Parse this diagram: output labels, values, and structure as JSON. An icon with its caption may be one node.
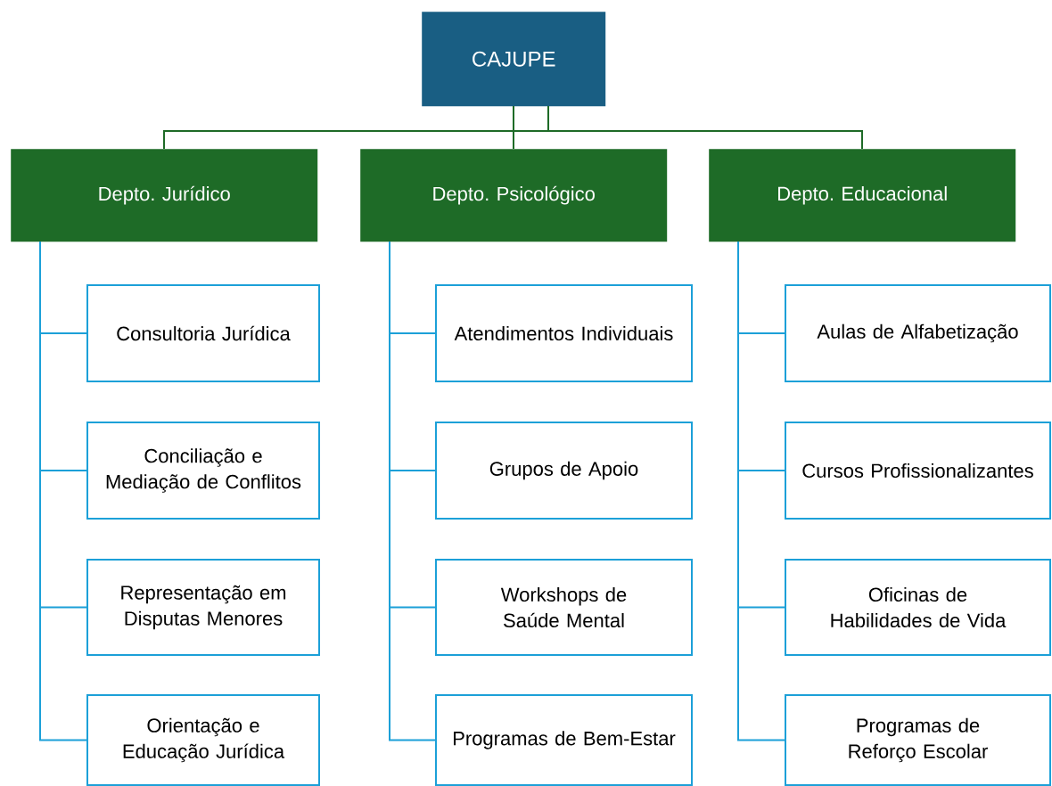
{
  "diagram": {
    "nodes": [
      {
        "text": [
          "CAJUPE"
        ]
      },
      {
        "text": [
          "Depto. Jurídico"
        ]
      },
      {
        "text": [
          "Depto. Psicológico"
        ]
      },
      {
        "text": [
          "Depto. Educacional"
        ]
      },
      {
        "text": [
          "Consultoria Jurídica"
        ]
      },
      {
        "text": [
          "Conciliação e Mediação de Conflitos"
        ]
      },
      {
        "text": [
          "Representação em Disputas Menores"
        ]
      },
      {
        "text": [
          "Orientação e Educação Jurídica"
        ]
      },
      {
        "text": [
          "Atendimentos Individuais"
        ]
      },
      {
        "text": [
          "Grupos de Apoio"
        ]
      },
      {
        "text": [
          "Workshops de Saúde Mental"
        ]
      },
      {
        "text": [
          "Programas de Bem-Estar"
        ]
      },
      {
        "text": [
          "Aulas de Alfabetização"
        ]
      },
      {
        "text": [
          "Cursos Profissionalizantes"
        ]
      },
      {
        "text": [
          "Oficinas de Habilidades de Vida"
        ]
      },
      {
        "text": [
          "Programas de Reforço Escolar"
        ]
      }
    ],
    "edges": [
      {
        "from": 0,
        "to": 1,
        "arrow": "none",
        "color": "#1e6b27"
      },
      {
        "from": 0,
        "to": 2,
        "arrow": "none",
        "color": "#1e6b27"
      },
      {
        "from": 0,
        "to": 3,
        "arrow": "none",
        "color": "#1e6b27"
      },
      {
        "from": 1,
        "to": 4,
        "arrow": "none"
      },
      {
        "from": 1,
        "to": 5,
        "arrow": "none"
      },
      {
        "from": 1,
        "to": 6,
        "arrow": "none"
      },
      {
        "from": 1,
        "to": 7,
        "arrow": "none"
      },
      {
        "from": 2,
        "to": 8,
        "arrow": "none"
      },
      {
        "from": 2,
        "to": 9,
        "arrow": "none"
      },
      {
        "from": 2,
        "to": 10,
        "arrow": "none"
      },
      {
        "from": 2,
        "to": 11,
        "arrow": "none"
      },
      {
        "from": 3,
        "to": 12,
        "arrow": "none"
      },
      {
        "from": 3,
        "to": 13,
        "arrow": "none"
      },
      {
        "from": 3,
        "to": 14,
        "arrow": "none"
      },
      {
        "from": 3,
        "to": 15,
        "arrow": "none"
      }
    ]
  }
}
